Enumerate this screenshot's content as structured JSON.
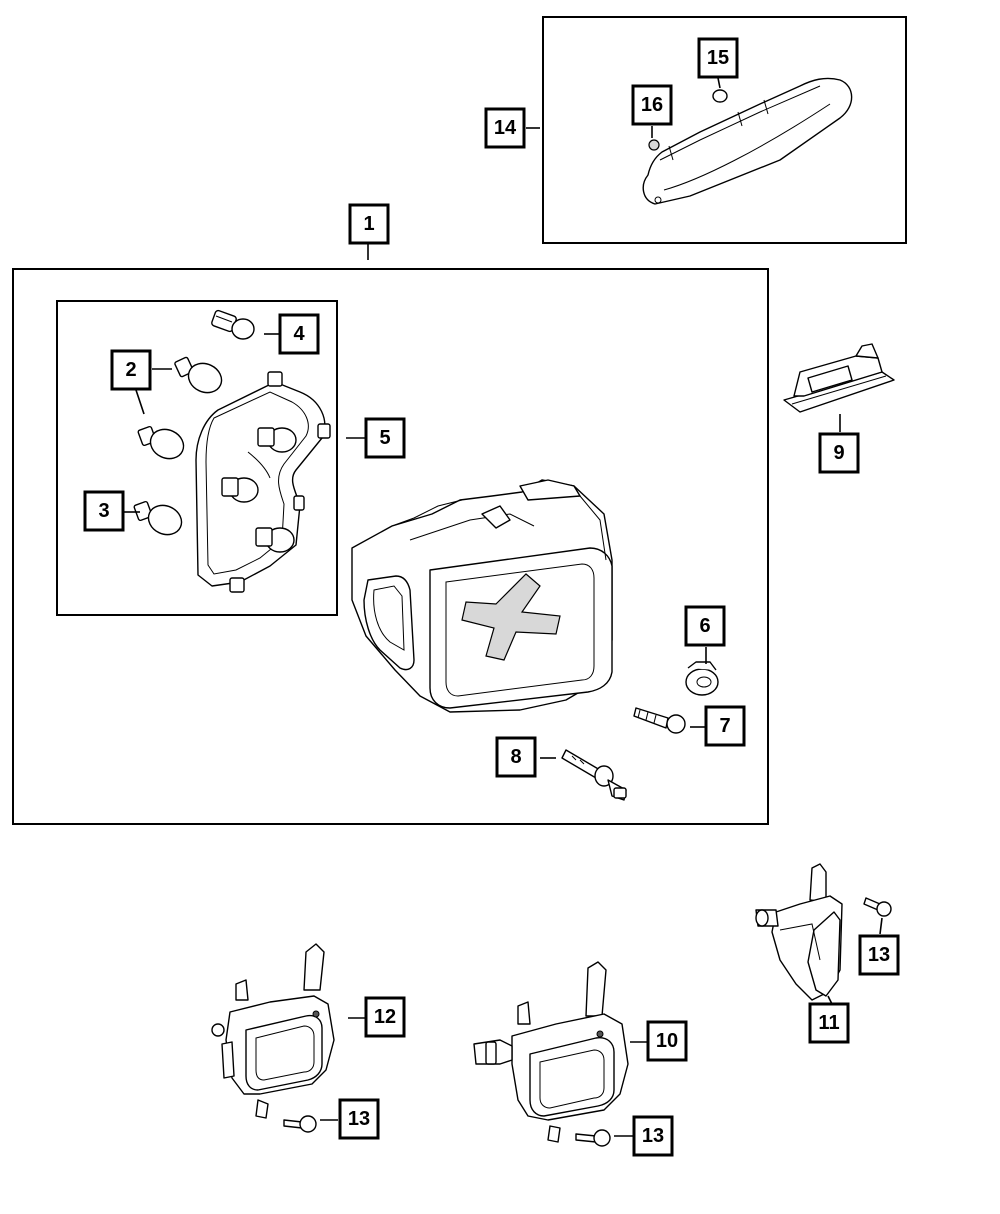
{
  "callouts": {
    "c1": "1",
    "c2": "2",
    "c3": "3",
    "c4": "4",
    "c5": "5",
    "c6": "6",
    "c7": "7",
    "c8": "8",
    "c9": "9",
    "c10": "10",
    "c11": "11",
    "c12": "12",
    "c13a": "13",
    "c13b": "13",
    "c13c": "13",
    "c14": "14",
    "c15": "15",
    "c16": "16"
  },
  "colors": {
    "line": "#000000",
    "background": "#ffffff",
    "shading": "#d8d8d8"
  }
}
